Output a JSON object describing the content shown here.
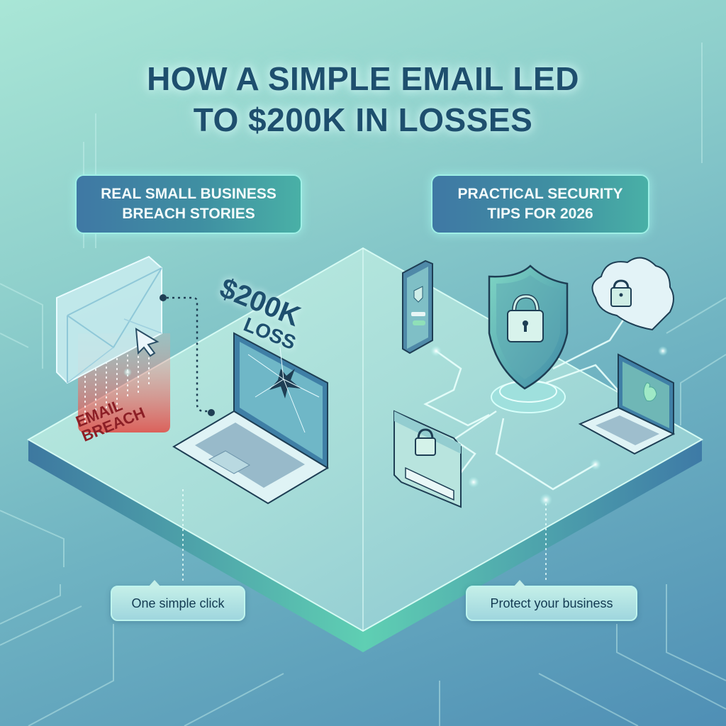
{
  "title": {
    "line1": "HOW A SIMPLE EMAIL LED",
    "line2": "TO $200K IN LOSSES"
  },
  "sections": {
    "left": {
      "line1": "REAL SMALL BUSINESS",
      "line2": "BREACH STORIES"
    },
    "right": {
      "line1": "PRACTICAL SECURITY",
      "line2": "TIPS FOR 2026"
    }
  },
  "illustration": {
    "loss_amount": "$200K",
    "loss_label": "LOSS",
    "breach_line1": "EMAIL",
    "breach_line2": "BREACH",
    "left_icons": [
      "envelope-icon",
      "cursor-icon",
      "broken-laptop-icon"
    ],
    "right_icons": [
      "phone-lock-icon",
      "shield-lock-icon",
      "cloud-lock-icon",
      "browser-lock-icon",
      "firewall-laptop-icon"
    ]
  },
  "callouts": {
    "left": "One simple click",
    "right": "Protect your business"
  },
  "colors": {
    "title": "#1e4f6e",
    "pill_start": "#3f78a4",
    "pill_end": "#49b0a6",
    "breach_red": "#e0504a",
    "breach_text": "#8c1f26",
    "glow": "#aaf5ee"
  }
}
